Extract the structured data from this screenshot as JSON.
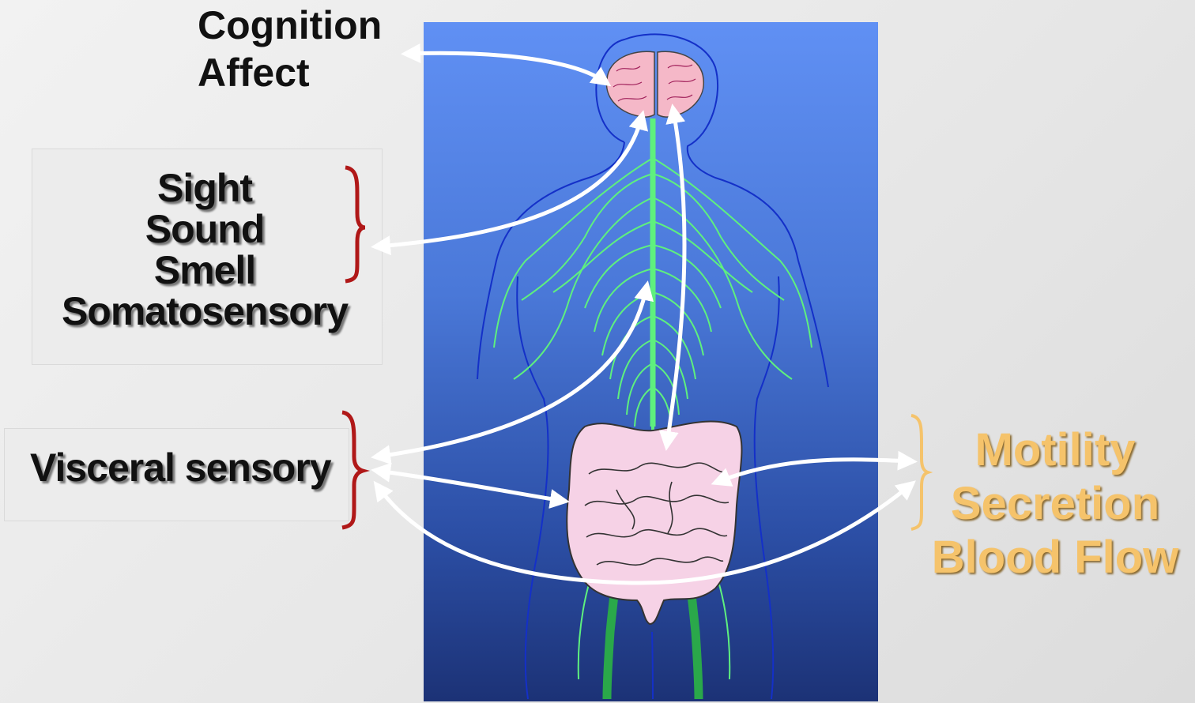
{
  "cognition": {
    "lines": [
      "Cognition",
      "Affect"
    ]
  },
  "senses": {
    "lines": [
      "Sight",
      "Sound",
      "Smell",
      "Somatosensory"
    ]
  },
  "visceral": {
    "label": "Visceral sensory"
  },
  "motor": {
    "lines": [
      "Motility",
      "Secretion",
      "Blood Flow"
    ]
  },
  "colors": {
    "panel_top": "#6090f4",
    "panel_bottom": "#1c3276",
    "nerve": "#5ef07e",
    "brain": "#f5b8c8",
    "gut": "#f6d2e6",
    "bracket_red": "#b01818",
    "bracket_gold": "#f5c36b",
    "arrow": "#ffffff"
  },
  "icons": [
    "brain-icon",
    "intestine-icon",
    "spinal-cord-icon",
    "body-outline-icon"
  ]
}
